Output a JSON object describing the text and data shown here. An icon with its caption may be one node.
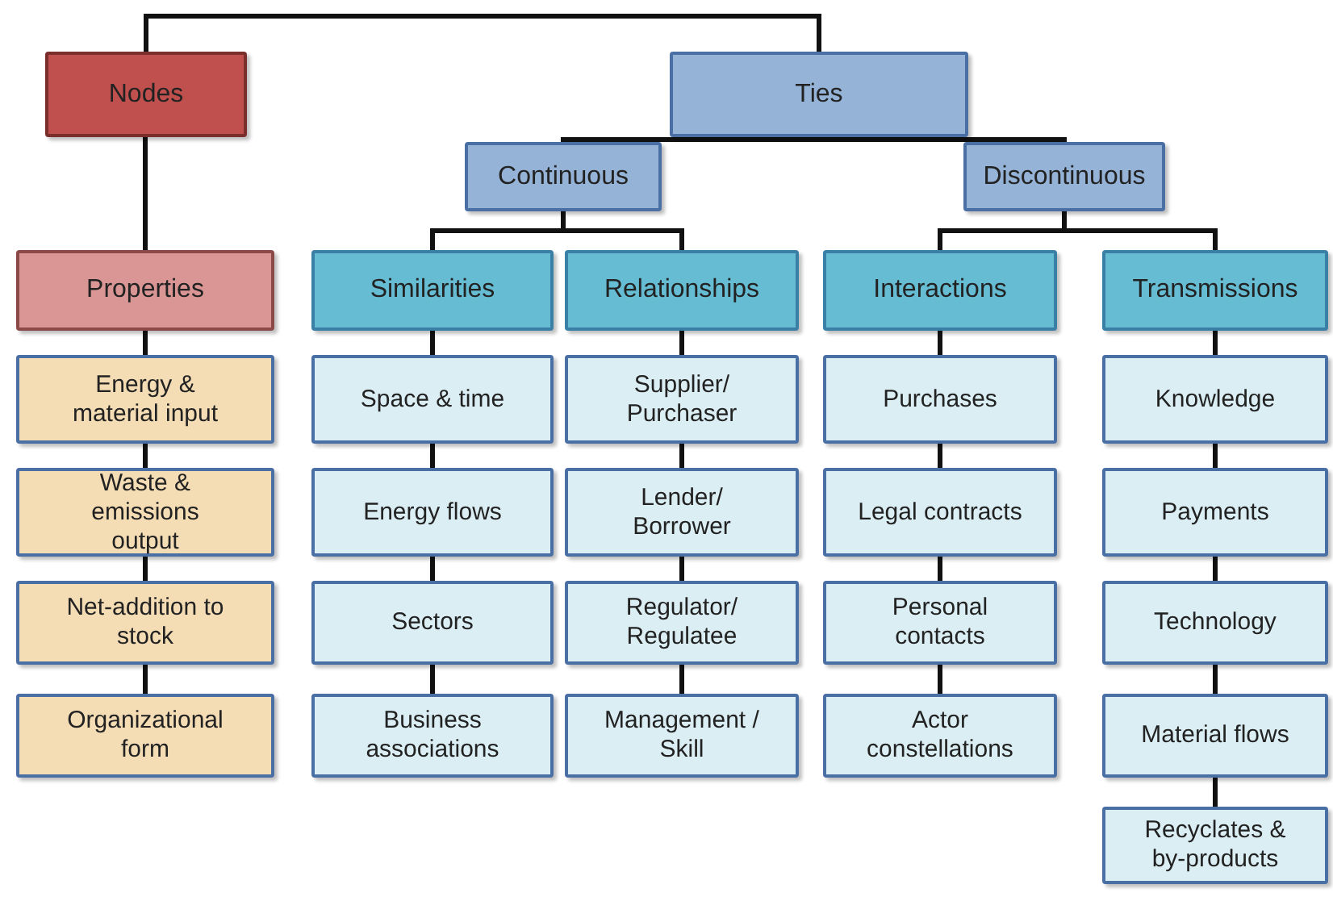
{
  "diagram": {
    "nodes": [
      {
        "text": [
          "Nodes"
        ]
      },
      {
        "text": [
          "Ties"
        ]
      },
      {
        "text": [
          "Continuous"
        ]
      },
      {
        "text": [
          "Discontinuous"
        ]
      },
      {
        "text": [
          "Properties"
        ]
      },
      {
        "text": [
          "Similarities"
        ]
      },
      {
        "text": [
          "Relationships"
        ]
      },
      {
        "text": [
          "Interactions"
        ]
      },
      {
        "text": [
          "Transmissions"
        ]
      },
      {
        "text": [
          "Energy & material input"
        ]
      },
      {
        "text": [
          "Waste & emissions output"
        ]
      },
      {
        "text": [
          "Net-addition to stock"
        ]
      },
      {
        "text": [
          "Organizational form"
        ]
      },
      {
        "text": [
          "Space & time"
        ]
      },
      {
        "text": [
          "Energy flows"
        ]
      },
      {
        "text": [
          "Sectors"
        ]
      },
      {
        "text": [
          "Business associations"
        ]
      },
      {
        "text": [
          "Supplier/ Purchaser"
        ]
      },
      {
        "text": [
          "Lender/ Borrower"
        ]
      },
      {
        "text": [
          "Regulator/ Regulatee"
        ]
      },
      {
        "text": [
          "Management / Skill"
        ]
      },
      {
        "text": [
          "Purchases"
        ]
      },
      {
        "text": [
          "Legal contracts"
        ]
      },
      {
        "text": [
          "Personal contacts"
        ]
      },
      {
        "text": [
          "Actor constellations"
        ]
      },
      {
        "text": [
          "Knowledge"
        ]
      },
      {
        "text": [
          "Payments"
        ]
      },
      {
        "text": [
          "Technology"
        ]
      },
      {
        "text": [
          "Material flows"
        ]
      },
      {
        "text": [
          "Recyclates & by-products"
        ]
      }
    ],
    "edges": [
      {
        "from": 0,
        "to": 1,
        "arrow": "none"
      },
      {
        "from": 1,
        "to": 2,
        "arrow": "none"
      },
      {
        "from": 1,
        "to": 3,
        "arrow": "none"
      },
      {
        "from": 0,
        "to": 4,
        "arrow": "none"
      },
      {
        "from": 2,
        "to": 5,
        "arrow": "none"
      },
      {
        "from": 2,
        "to": 6,
        "arrow": "none"
      },
      {
        "from": 3,
        "to": 7,
        "arrow": "none"
      },
      {
        "from": 3,
        "to": 8,
        "arrow": "none"
      },
      {
        "from": 4,
        "to": 9,
        "arrow": "none"
      },
      {
        "from": 9,
        "to": 10,
        "arrow": "none"
      },
      {
        "from": 10,
        "to": 11,
        "arrow": "none"
      },
      {
        "from": 11,
        "to": 12,
        "arrow": "none"
      },
      {
        "from": 5,
        "to": 13,
        "arrow": "none"
      },
      {
        "from": 13,
        "to": 14,
        "arrow": "none"
      },
      {
        "from": 14,
        "to": 15,
        "arrow": "none"
      },
      {
        "from": 15,
        "to": 16,
        "arrow": "none"
      },
      {
        "from": 6,
        "to": 17,
        "arrow": "none"
      },
      {
        "from": 17,
        "to": 18,
        "arrow": "none"
      },
      {
        "from": 18,
        "to": 19,
        "arrow": "none"
      },
      {
        "from": 19,
        "to": 20,
        "arrow": "none"
      },
      {
        "from": 7,
        "to": 21,
        "arrow": "none"
      },
      {
        "from": 21,
        "to": 22,
        "arrow": "none"
      },
      {
        "from": 22,
        "to": 23,
        "arrow": "none"
      },
      {
        "from": 23,
        "to": 24,
        "arrow": "none"
      },
      {
        "from": 8,
        "to": 25,
        "arrow": "none"
      },
      {
        "from": 25,
        "to": 26,
        "arrow": "none"
      },
      {
        "from": 26,
        "to": 27,
        "arrow": "none"
      },
      {
        "from": 27,
        "to": 28,
        "arrow": "none"
      },
      {
        "from": 28,
        "to": 29,
        "arrow": "none"
      }
    ]
  }
}
